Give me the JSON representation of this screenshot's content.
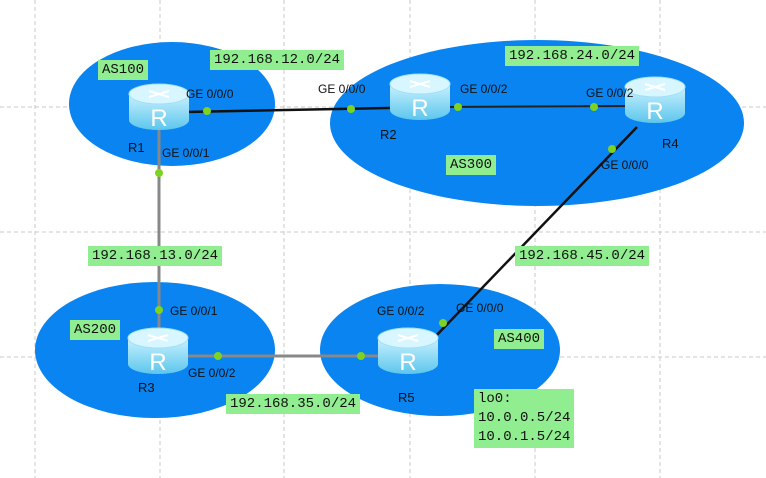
{
  "areas": [
    {
      "id": "as100",
      "label": "AS100"
    },
    {
      "id": "as300",
      "label": "AS300"
    },
    {
      "id": "as200",
      "label": "AS200"
    },
    {
      "id": "as400",
      "label": "AS400"
    }
  ],
  "routers": [
    {
      "id": "r1",
      "name": "R1"
    },
    {
      "id": "r2",
      "name": "R2"
    },
    {
      "id": "r3",
      "name": "R3"
    },
    {
      "id": "r4",
      "name": "R4"
    },
    {
      "id": "r5",
      "name": "R5"
    }
  ],
  "networks": {
    "n12": "192.168.12.0/24",
    "n24": "192.168.24.0/24",
    "n13": "192.168.13.0/24",
    "n45": "192.168.45.0/24",
    "n35": "192.168.35.0/24"
  },
  "ports": {
    "r1_g000": "GE 0/0/0",
    "r1_g001": "GE 0/0/1",
    "r2_g000": "GE 0/0/0",
    "r2_g002": "GE 0/0/2",
    "r4_g002": "GE 0/0/2",
    "r4_g000": "GE 0/0/0",
    "r3_g001": "GE 0/0/1",
    "r3_g002": "GE 0/0/2",
    "r5_g002": "GE 0/0/2",
    "r5_g000": "GE 0/0/0"
  },
  "loopback": {
    "title": "lo0:",
    "addr1": "10.0.0.5/24",
    "addr2": "10.0.1.5/24"
  },
  "colors": {
    "area": "#0a84f0",
    "label_bg": "#90ee90",
    "dot": "#7ed321",
    "link": "#111111",
    "link_gray": "#888888"
  }
}
